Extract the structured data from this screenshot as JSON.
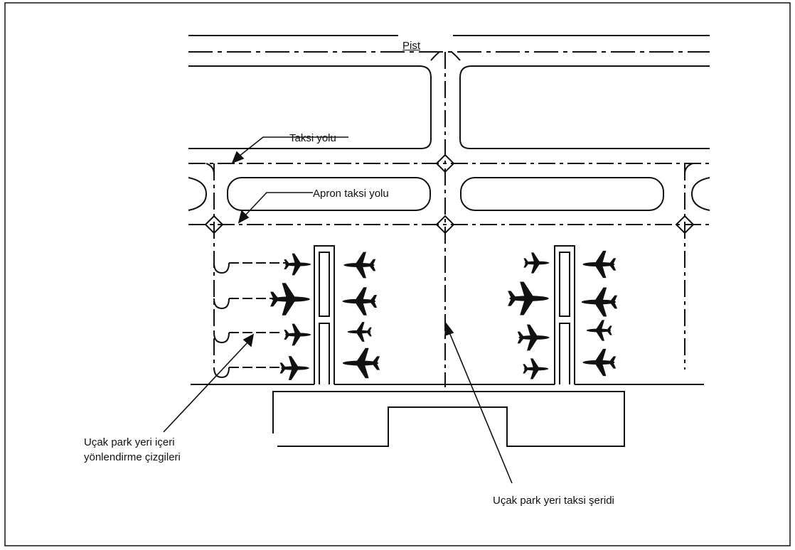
{
  "labels": {
    "runway": "Pist",
    "taxiway": "Taksi yolu",
    "apron_taxiway": "Apron taksi yolu",
    "lead_in_line_1": "Uçak park yeri içeri",
    "lead_in_line_2": "yönlendirme çizgileri",
    "stand_taxilane": "Uçak park yeri taksi şeridi"
  },
  "icons": [
    "aircraft-icon"
  ],
  "colors": {
    "line": "#111111",
    "background": "#ffffff"
  }
}
